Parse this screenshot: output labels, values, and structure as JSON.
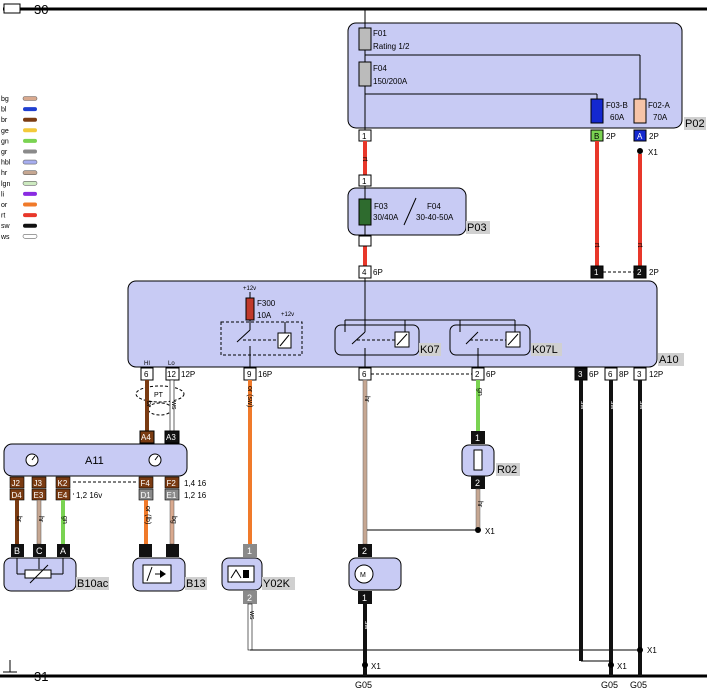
{
  "rails": {
    "top_label": "30",
    "bottom_label": "31",
    "bottom_ground": "G05"
  },
  "legend": [
    {
      "code": "bg",
      "color": "#d9a98e",
      "hollow": true
    },
    {
      "code": "bl",
      "color": "#1f3fd0"
    },
    {
      "code": "br",
      "color": "#7a3b12"
    },
    {
      "code": "ge",
      "color": "#f3c93a"
    },
    {
      "code": "gn",
      "color": "#7ad352"
    },
    {
      "code": "gr",
      "color": "#8a8a8a"
    },
    {
      "code": "hbl",
      "color": "#a7aef0",
      "hollow": true
    },
    {
      "code": "hr",
      "color": "#c6a792",
      "hollow": true
    },
    {
      "code": "lgn",
      "color": "#cdeac0",
      "hollow": true
    },
    {
      "code": "li",
      "color": "#8a2be2"
    },
    {
      "code": "or",
      "color": "#f07a2a"
    },
    {
      "code": "rt",
      "color": "#e8372a"
    },
    {
      "code": "sw",
      "color": "#111111"
    },
    {
      "code": "ws",
      "color": "#ffffff",
      "hollow": true
    }
  ],
  "p02": {
    "id": "P02",
    "f01": {
      "name": "F01",
      "rating": "Rating 1/2"
    },
    "f04": {
      "name": "F04",
      "rating": "150/200A"
    },
    "f03b": {
      "name": "F03-B",
      "rating": "60A"
    },
    "f02a": {
      "name": "F02-A",
      "rating": "70A"
    },
    "pin1": "1",
    "pinB": "B",
    "pinB_count": "2P",
    "pinA": "A",
    "pinA_count": "2P",
    "x1": "X1"
  },
  "p03": {
    "id": "P03",
    "pin_top": "1",
    "pin_bottom": "",
    "label_a": "F03",
    "value_a": "30/40A",
    "label_b": "F04",
    "value_b": "30-40-50A"
  },
  "a10": {
    "id": "A10",
    "top_pins": [
      {
        "num": "4",
        "suffix": "6P"
      },
      {
        "num": "1",
        "suffix": ""
      },
      {
        "num": "2",
        "suffix": "2P"
      }
    ],
    "plus12": "+12v",
    "fuse": {
      "name": "F300",
      "rating": "10A"
    },
    "relay1": "K07",
    "relay2": "K07L",
    "bottom_pins": [
      {
        "num": "6"
      },
      {
        "num": "12",
        "suffix": "12P"
      },
      {
        "num": "9",
        "suffix": "16P"
      },
      {
        "num": "6"
      },
      {
        "num": "2",
        "suffix": "6P"
      },
      {
        "num": "3",
        "suffix": "6P"
      },
      {
        "num": "6",
        "suffix": "8P"
      },
      {
        "num": "3",
        "suffix": "12P"
      }
    ],
    "hi": "HI",
    "lo": "Lo",
    "pt": "PT"
  },
  "a11": {
    "id": "A11",
    "top_pins": [
      "A4",
      "A3"
    ],
    "left_pins_top": [
      "J2",
      "J3",
      "K2"
    ],
    "left_pins_bottom": [
      "D4",
      "E3",
      "E4"
    ],
    "left_note": "1,2 16v",
    "right_pins_top": [
      "F4",
      "F2"
    ],
    "right_pins_bottom": [
      "D1",
      "E1"
    ],
    "right_note_top": "1,4 16",
    "right_note_bottom": "1,2 16"
  },
  "b10ac": {
    "id": "B10ac",
    "pins": [
      "B",
      "C",
      "A"
    ]
  },
  "b13": {
    "id": "B13"
  },
  "r02": {
    "id": "R02",
    "pins": [
      "1",
      "2"
    ]
  },
  "y02k": {
    "id": "Y02K",
    "pins": [
      "1",
      "2"
    ]
  },
  "motor": {
    "pins": [
      "2",
      "1"
    ],
    "symbol": "M"
  },
  "wire_codes": {
    "br": "br",
    "sw": "sw",
    "or_sw": "or (sw)",
    "hr": "hr",
    "gn": "gn",
    "ws": "ws",
    "bg": "bg",
    "or_lb": "or (lb)",
    "rt": "rt"
  },
  "grounds": {
    "x1": "X1",
    "g05": "G05"
  }
}
